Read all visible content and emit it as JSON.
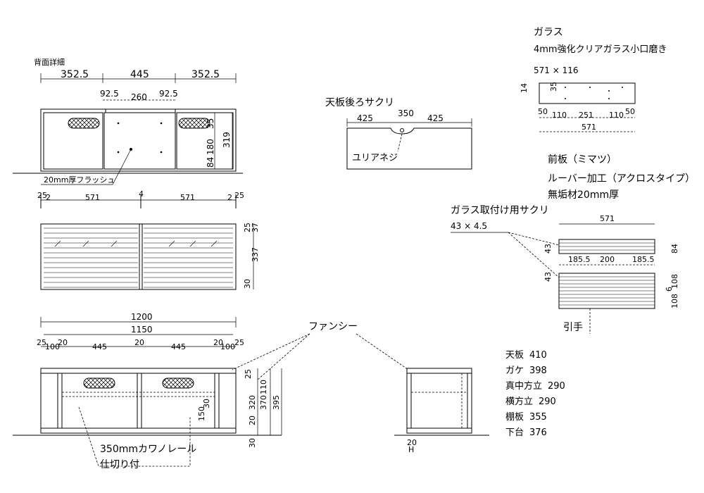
{
  "title_back": "背面詳細",
  "back": {
    "dims_top": [
      "352.5",
      "445",
      "352.5"
    ],
    "dims_mid": [
      "92.5",
      "260",
      "92.5"
    ],
    "dims_right": [
      "35",
      "180",
      "84",
      "319"
    ],
    "note_flush": "20mm厚フラッシュ",
    "dims_bottom": [
      "25",
      "2",
      "571",
      "4",
      "571",
      "2",
      "25"
    ]
  },
  "front": {
    "dims_right": [
      "25",
      "37",
      "337",
      "30"
    ]
  },
  "bottom": {
    "dims_total": "1200",
    "dims_inner": "1150",
    "dims_row": [
      "25",
      "100",
      "20",
      "445",
      "20",
      "445",
      "20",
      "100",
      "25"
    ],
    "dims_side": [
      "25",
      "110",
      "30",
      "320",
      "370",
      "395",
      "150",
      "20",
      "30"
    ],
    "fancy": "ファンシー",
    "rail_line1": "350mmカワノレール",
    "rail_line2": "仕切り付",
    "side_dim": "20",
    "side_dim2": "H"
  },
  "top_slot": {
    "title": "天板後ろサクリ",
    "dims": [
      "425",
      "350",
      "425"
    ],
    "note": "ユリアネジ"
  },
  "glass": {
    "title": "ガラス",
    "spec": "4mm強化クリアガラス小口磨き",
    "size": "571 × 116",
    "dims_left": [
      "14",
      "35"
    ],
    "dims_row": [
      "50",
      "110",
      "251",
      "110",
      "50"
    ],
    "dims_total": "571"
  },
  "front_panel": {
    "line1": "前板（ミマツ）",
    "line2": "ルーバー加工（アクロスタイプ）",
    "line3": "無垢材20mm厚"
  },
  "glass_slot": {
    "title": "ガラス取付け用サクリ",
    "size": "43 × 4.5",
    "dims_top": "571",
    "dims_left": [
      "43",
      "43"
    ],
    "dims_mid": [
      "185.5",
      "200",
      "185.5"
    ],
    "dims_right": [
      "84",
      "108",
      "6",
      "108"
    ],
    "handle": "引手"
  },
  "parts": [
    {
      "name": "天板",
      "value": "410"
    },
    {
      "name": "ガケ",
      "value": "398"
    },
    {
      "name": "真中方立",
      "value": "290"
    },
    {
      "name": "横方立",
      "value": "290"
    },
    {
      "name": "棚板",
      "value": "355"
    },
    {
      "name": "下台",
      "value": "376"
    }
  ]
}
